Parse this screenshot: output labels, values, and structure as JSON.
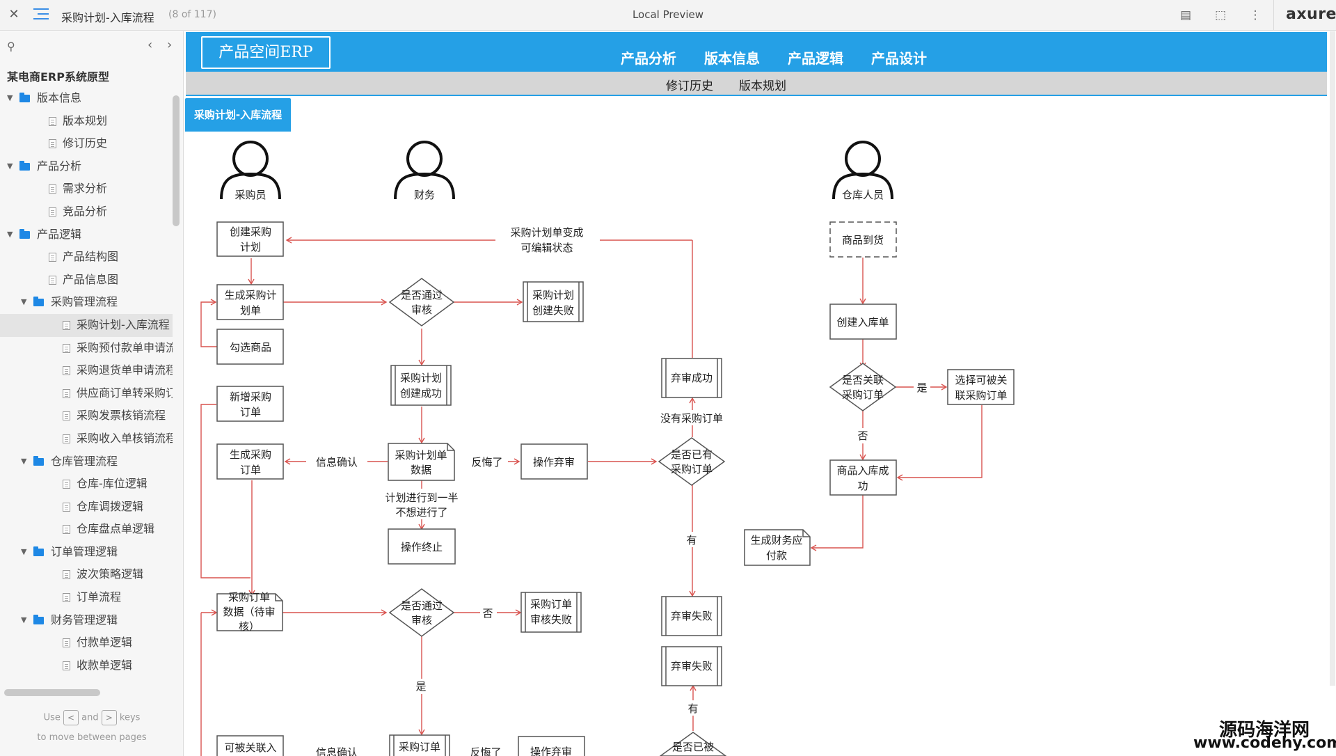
{
  "topbar": {
    "close_icon": "close-icon",
    "page_title": "采购计划-入库流程",
    "page_count": "(8 of 117)",
    "preview_label": "Local Preview",
    "brand": "axure"
  },
  "sidebar": {
    "project": "某电商ERP系统原型",
    "items": [
      {
        "label": "版本信息",
        "type": "folder",
        "level": 0
      },
      {
        "label": "版本规划",
        "type": "page",
        "level": 1
      },
      {
        "label": "修订历史",
        "type": "page",
        "level": 1
      },
      {
        "label": "产品分析",
        "type": "folder",
        "level": 0
      },
      {
        "label": "需求分析",
        "type": "page",
        "level": 1
      },
      {
        "label": "竞品分析",
        "type": "page",
        "level": 1
      },
      {
        "label": "产品逻辑",
        "type": "folder",
        "level": 0
      },
      {
        "label": "产品结构图",
        "type": "page",
        "level": 1
      },
      {
        "label": "产品信息图",
        "type": "page",
        "level": 1
      },
      {
        "label": "采购管理流程",
        "type": "folder",
        "level": 1
      },
      {
        "label": "采购计划-入库流程",
        "type": "page",
        "level": 2,
        "selected": true
      },
      {
        "label": "采购预付款单申请流",
        "type": "page",
        "level": 2
      },
      {
        "label": "采购退货单申请流程",
        "type": "page",
        "level": 2
      },
      {
        "label": "供应商订单转采购订",
        "type": "page",
        "level": 2
      },
      {
        "label": "采购发票核销流程",
        "type": "page",
        "level": 2
      },
      {
        "label": "采购收入单核销流程",
        "type": "page",
        "level": 2
      },
      {
        "label": "仓库管理流程",
        "type": "folder",
        "level": 1
      },
      {
        "label": "仓库-库位逻辑",
        "type": "page",
        "level": 2
      },
      {
        "label": "仓库调拨逻辑",
        "type": "page",
        "level": 2
      },
      {
        "label": "仓库盘点单逻辑",
        "type": "page",
        "level": 2
      },
      {
        "label": "订单管理逻辑",
        "type": "folder",
        "level": 1
      },
      {
        "label": "波次策略逻辑",
        "type": "page",
        "level": 2
      },
      {
        "label": "订单流程",
        "type": "page",
        "level": 2
      },
      {
        "label": "财务管理逻辑",
        "type": "folder",
        "level": 1
      },
      {
        "label": "付款单逻辑",
        "type": "page",
        "level": 2
      },
      {
        "label": "收款单逻辑",
        "type": "page",
        "level": 2
      }
    ],
    "hint_use": "Use",
    "hint_and": "and",
    "hint_keys": "keys",
    "hint_line2": "to move between pages",
    "key_prev": "<",
    "key_next": ">"
  },
  "header": {
    "logo": "产品空间ERP",
    "nav": [
      "产品分析",
      "版本信息",
      "产品逻辑",
      "产品设计"
    ],
    "subnav": [
      "修订历史",
      "版本规划"
    ],
    "page_tag": "采购计划-入库流程"
  },
  "diagram": {
    "actors": [
      "采购员",
      "财务",
      "仓库人员"
    ],
    "nodes": {
      "create_plan": [
        "创建采购",
        "计划"
      ],
      "gen_plan": [
        "生成采购计",
        "划单"
      ],
      "pick_goods": "勾选商品",
      "new_order": [
        "新增采购",
        "订单"
      ],
      "gen_order": [
        "生成采购",
        "订单"
      ],
      "order_data": [
        "采购订单",
        "数据（待审",
        "核）"
      ],
      "linkable": "可被关联入",
      "audit1": [
        "是否通过",
        "审核"
      ],
      "plan_fail": [
        "采购计划",
        "创建失败"
      ],
      "plan_ok": [
        "采购计划",
        "创建成功"
      ],
      "plan_data": [
        "采购计划单",
        "数据"
      ],
      "op_stop": "操作终止",
      "audit2": [
        "是否通过",
        "审核"
      ],
      "order_fail": [
        "采购订单",
        "审核失败"
      ],
      "order_bottom": "采购订单",
      "op_abandon": "操作弃审",
      "op_abandon2": "操作弃审",
      "abandon_ok": "弃审成功",
      "has_order": [
        "是否已有",
        "采购订单"
      ],
      "abandon_fail1": "弃审失败",
      "abandon_fail2": "弃审失败",
      "is_bottom": "是否已被",
      "arrival": "商品到货",
      "create_in": "创建入库单",
      "is_linked": [
        "是否关联",
        "采购订单"
      ],
      "select_link": [
        "选择可被关",
        "联采购订单"
      ],
      "in_ok": [
        "商品入库成",
        "功"
      ],
      "fin_pay": [
        "生成财务应",
        "付款"
      ]
    },
    "labels": {
      "editable": [
        "采购计划单变成",
        "可编辑状态"
      ],
      "info_confirm": "信息确认",
      "info_confirm2": "信息确认",
      "regret": "反悔了",
      "regret2": "反悔了",
      "halfway": [
        "计划进行到一半",
        "不想进行了"
      ],
      "no_order": "没有采购订单",
      "has": "有",
      "has2": "有",
      "yes": "是",
      "yes2": "是",
      "no": "否",
      "no2": "否"
    }
  },
  "watermark": {
    "line1": "源码海洋网",
    "line2": "www.codehy.com"
  },
  "colors": {
    "accent": "#25a0e6",
    "arrow": "#d9534f",
    "folder": "#1e88e5"
  }
}
